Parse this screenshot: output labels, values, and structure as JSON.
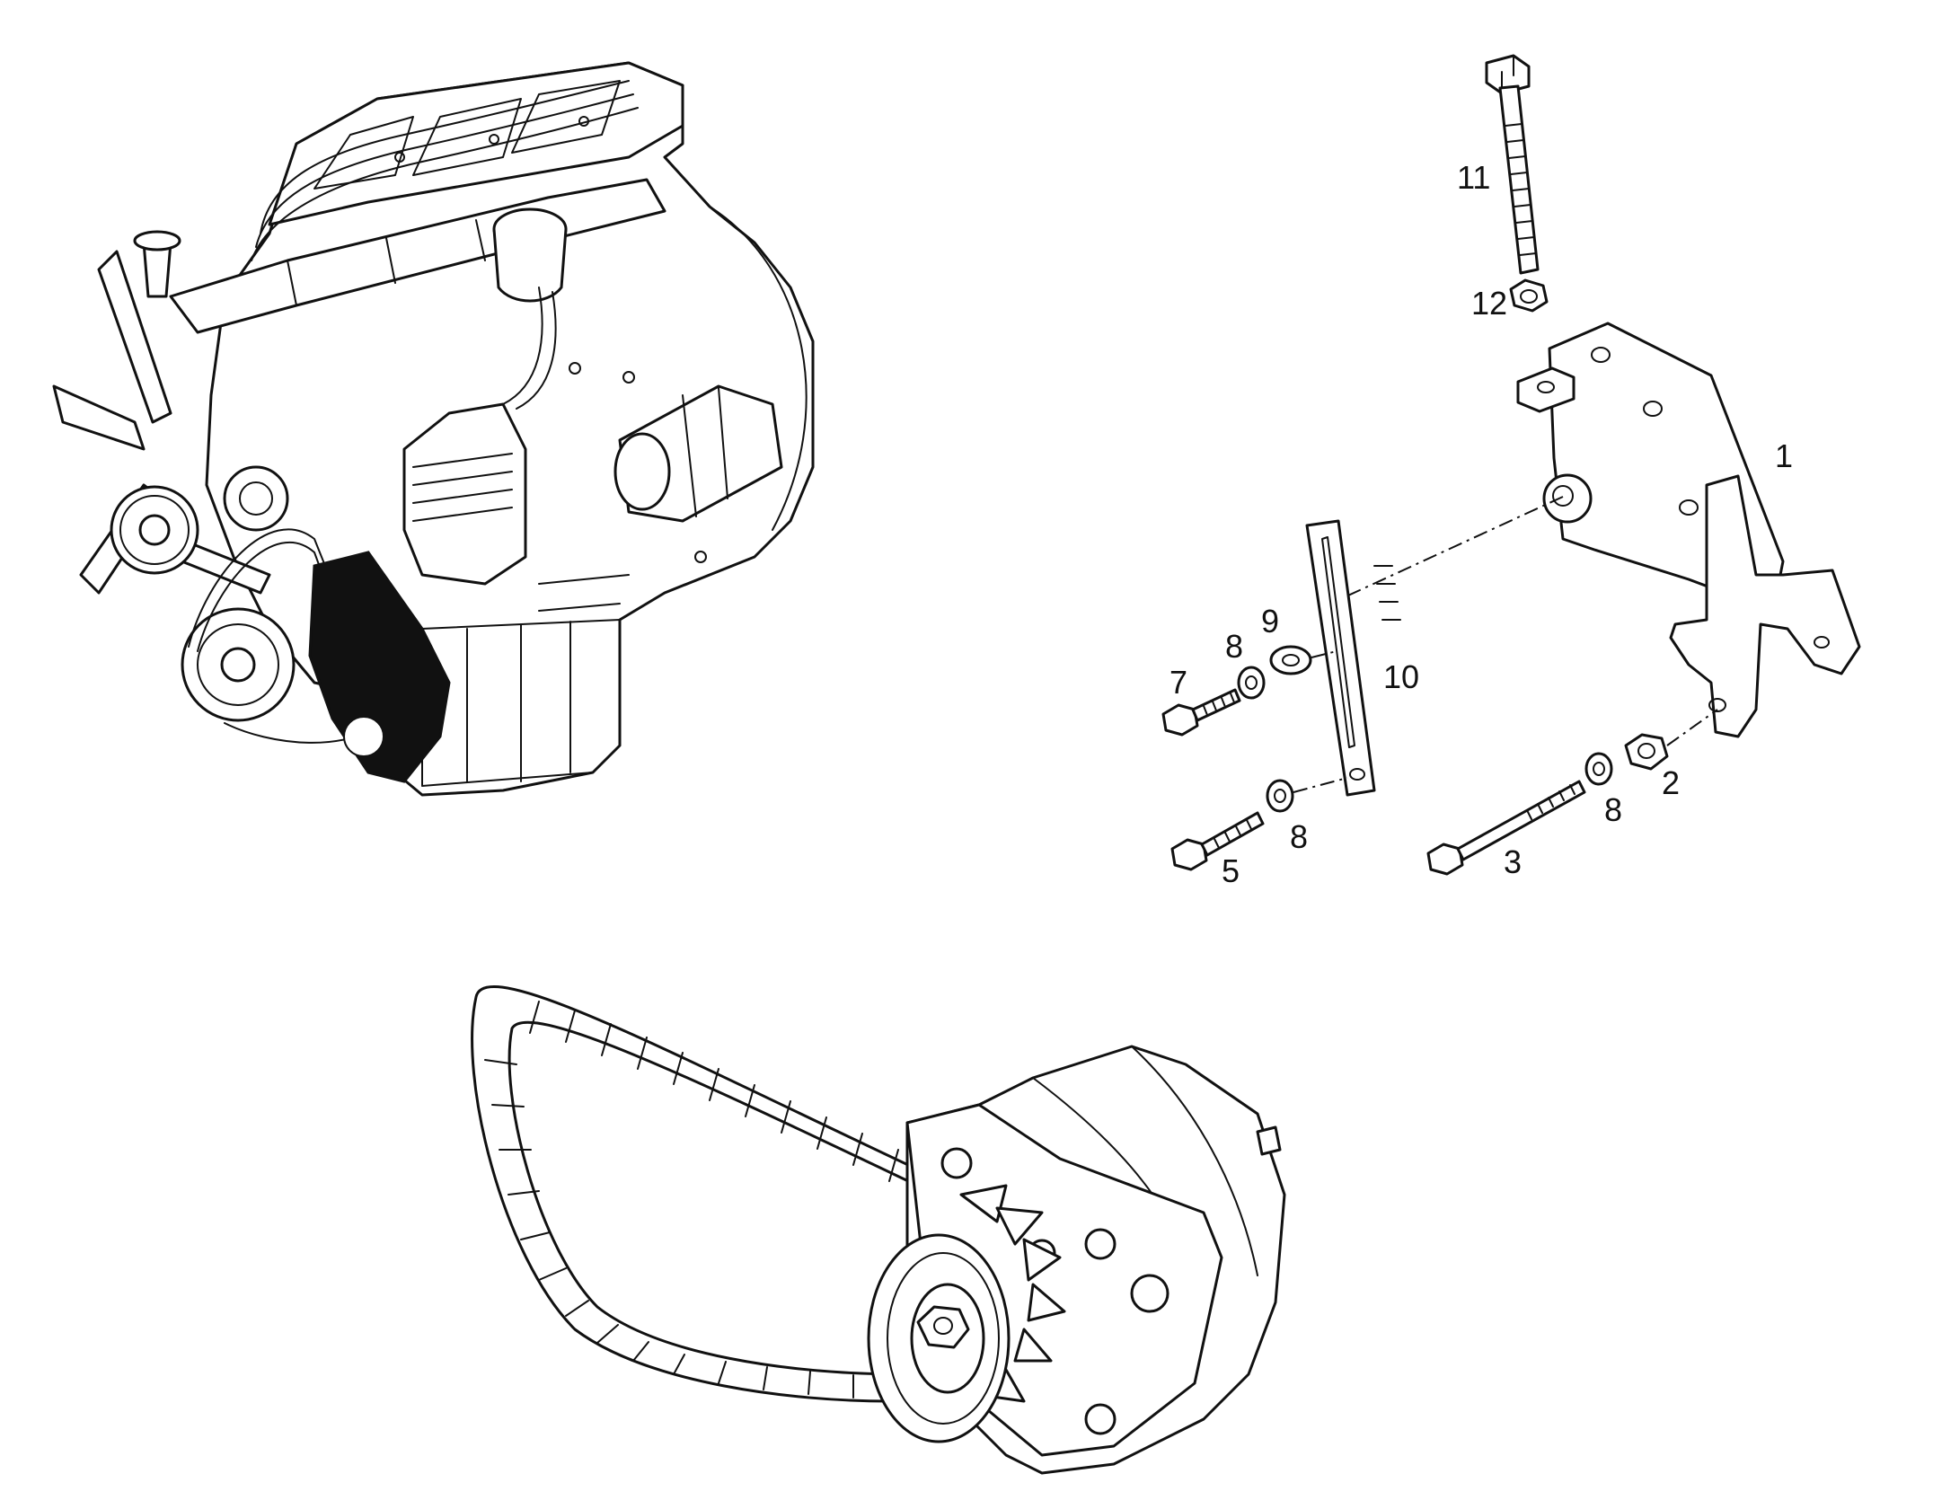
{
  "colors": {
    "ink": "#111111",
    "paper": "#ffffff"
  },
  "callouts": {
    "c1": "1",
    "c2": "2",
    "c3": "3",
    "c5": "5",
    "c7": "7",
    "c8a": "8",
    "c8b": "8",
    "c8c": "8",
    "c9": "9",
    "c10": "10",
    "c11": "11",
    "c12": "12"
  }
}
